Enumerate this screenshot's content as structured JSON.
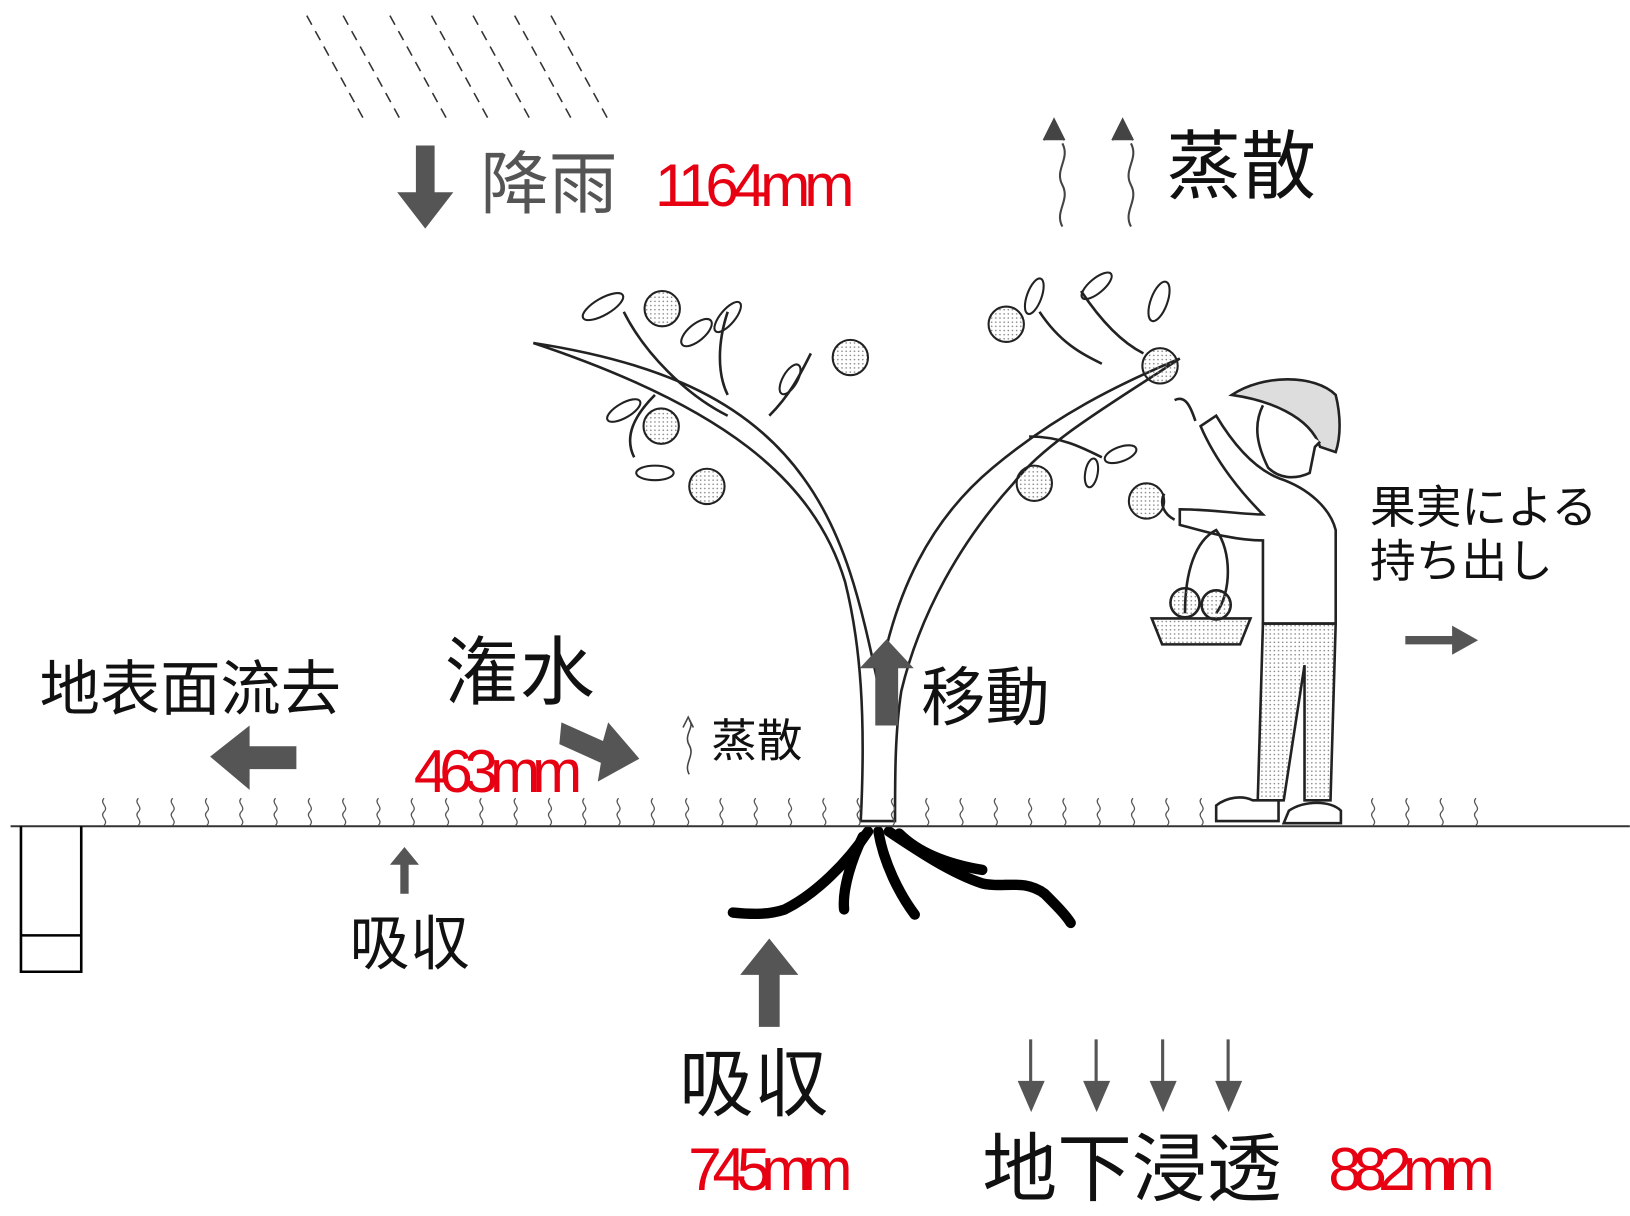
{
  "labels": {
    "rain": "降雨",
    "rain_amount": "1164mm",
    "transpiration_top": "蒸散",
    "fruit_removal_line1": "果実による",
    "fruit_removal_line2": "持ち出し",
    "surface_runoff": "地表面流去",
    "irrigation": "潅水",
    "irrigation_amount": "463mm",
    "evaporation_small": "蒸散",
    "translocation": "移動",
    "absorption_small": "吸収",
    "absorption_roots": "吸収",
    "absorption_amount": "745mm",
    "percolation": "地下浸透",
    "percolation_amount": "882mm"
  },
  "colors": {
    "amount": "#e60012",
    "arrow": "#555555",
    "text": "#111111"
  }
}
